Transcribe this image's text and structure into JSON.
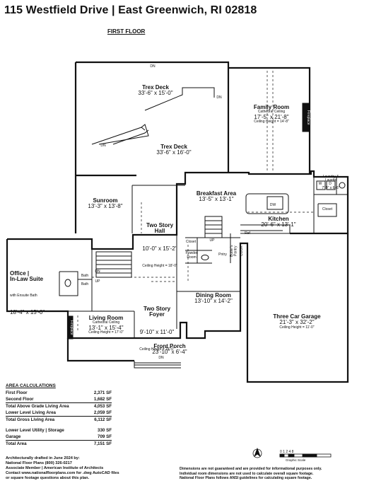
{
  "header": {
    "address": "115 Westfield Drive | East Greenwich, RI 02818",
    "floor": "FIRST FLOOR"
  },
  "rooms": {
    "trex_deck_1": {
      "name": "Trex Deck",
      "dims": "33'-6\" x 15'-0\""
    },
    "trex_deck_2": {
      "name": "Trex Deck",
      "dims": "33'-6\" x 16'-0\""
    },
    "family_room": {
      "name": "Family Room",
      "note": "Cathedral Ceiling",
      "dims": "17'-5\" x 21'-8\"",
      "ceiling": "Ceiling Height = 14'-8\""
    },
    "sunroom": {
      "name": "Sunroom",
      "dims": "13'-3\" x 13'-8\""
    },
    "two_story_hall": {
      "name": "Two Story\nHall",
      "dims": "10'-0\" x 15'-2\"",
      "ceiling": "Ceiling Height = 18'-0\""
    },
    "breakfast_area": {
      "name": "Breakfast Area",
      "dims": "13'-5\" x 13'-1\""
    },
    "kitchen": {
      "name": "Kitchen",
      "dims": "20'-6\" x 13'-1\""
    },
    "laundry": {
      "name": "Laundry &\nLavette",
      "dims": "7'-9\" x 6'-6\""
    },
    "office": {
      "name": "Office |\nIn-Law Suite",
      "note": "with Ensuite Bath",
      "dims": "18'-4\" x 15'-0\""
    },
    "living_room": {
      "name": "Living Room",
      "note": "Cathedral Ceiling",
      "dims": "13'-1\" x 15'-4\"",
      "ceiling": "Ceiling Height = 17'-0\""
    },
    "two_story_foyer": {
      "name": "Two Story\nFoyer",
      "dims": "9'-10\" x 11'-0\"",
      "ceiling": "Ceiling Height = 18'-0\""
    },
    "dining_room": {
      "name": "Dining Room",
      "dims": "13'-10\" x 14'-2\""
    },
    "garage": {
      "name": "Three Car Garage",
      "dims": "21'-3\" x 32'-2\"",
      "ceiling": "Ceiling Height = 11'-0\""
    },
    "front_porch": {
      "name": "Front Porch",
      "dims": "23'-10\" x 6'-4\""
    }
  },
  "small_labels": {
    "fireplace": "Fireplace",
    "closet": "Closet",
    "closet2": "Closet",
    "powder_room": "Powder\nRoom",
    "pantry": "Pntry",
    "butlers_pantry": "Butler's Pantry",
    "bath": "Bath",
    "bath2": "Bath",
    "ref": "Ref",
    "dw": "DW",
    "cook": "COOK",
    "up": "UP",
    "dn": "DN",
    "w": "W",
    "d": "D"
  },
  "area_calculations": {
    "heading": "AREA CALCULATIONS",
    "rows": [
      {
        "label": "First Floor",
        "value": "2,371 SF"
      },
      {
        "label": "Second Floor",
        "value": "1,682 SF"
      },
      {
        "label": "Total Above Grade Living Area",
        "value": "4,053 SF"
      },
      {
        "label": "Lower Level Living Area",
        "value": "2,059 SF"
      },
      {
        "label": "Total Gross Living Area",
        "value": "6,112 SF"
      },
      {
        "label": "Lower Level Utility | Storage",
        "value": "330 SF"
      },
      {
        "label": "Garage",
        "value": "709 SF"
      },
      {
        "label": "Total Area",
        "value": "7,151 SF"
      }
    ]
  },
  "footer": {
    "left": "Architecturally drafted in June 2024 by:\nNational Floor Plans (800) 326-0217\nAssociate Member | American Institute of Architects\nContact www.nationalfloorplans.com for .dwg AutoCAD files\nor square footage questions about this plan.",
    "right": "Dimensions are not guaranteed and are provided for informational purposes only.\nIndividual room dimensions are not used to calculate overall square footage.\nNational Floor Plans follows ANSI guidelines for calculating square footage."
  },
  "scale": {
    "ticks": "0 1 2    4         8",
    "label": "Graphic Scale"
  }
}
